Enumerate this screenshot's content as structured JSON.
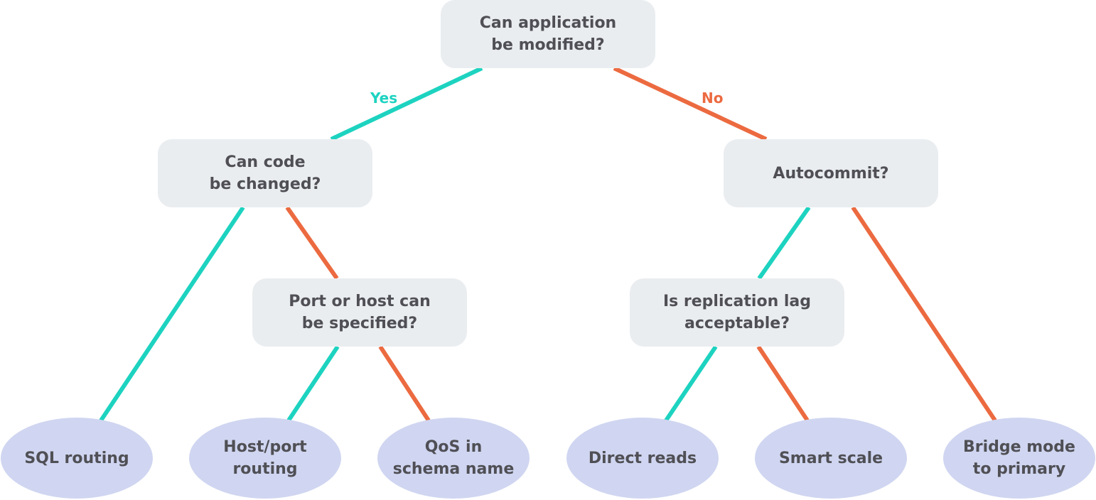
{
  "colors": {
    "yes": "#1dd3c0",
    "no": "#ec6a40",
    "decision_fill": "#eaedf0",
    "outcome_fill": "#d0d6f1",
    "text": "#4f4f55"
  },
  "labels": {
    "yes": "Yes",
    "no": "No"
  },
  "decisions": {
    "app_modified": "Can application\nbe modified?",
    "code_changed": "Can code\nbe changed?",
    "autocommit": "Autocommit?",
    "port_host": "Port or host can\nbe specified?",
    "replication_lag": "Is replication lag\nacceptable?"
  },
  "outcomes": {
    "sql_routing": "SQL routing",
    "host_port_routing": "Host/port\nrouting",
    "qos_schema": "QoS in\nschema name",
    "direct_reads": "Direct reads",
    "smart_scale": "Smart scale",
    "bridge_mode": "Bridge mode\nto primary"
  },
  "edges": [
    {
      "from": "app_modified",
      "to": "code_changed",
      "answer": "yes"
    },
    {
      "from": "app_modified",
      "to": "autocommit",
      "answer": "no"
    },
    {
      "from": "code_changed",
      "to": "sql_routing",
      "answer": "yes"
    },
    {
      "from": "code_changed",
      "to": "port_host",
      "answer": "no"
    },
    {
      "from": "port_host",
      "to": "host_port_routing",
      "answer": "yes"
    },
    {
      "from": "port_host",
      "to": "qos_schema",
      "answer": "no"
    },
    {
      "from": "autocommit",
      "to": "replication_lag",
      "answer": "yes"
    },
    {
      "from": "autocommit",
      "to": "bridge_mode",
      "answer": "no"
    },
    {
      "from": "replication_lag",
      "to": "direct_reads",
      "answer": "yes"
    },
    {
      "from": "replication_lag",
      "to": "smart_scale",
      "answer": "no"
    }
  ]
}
